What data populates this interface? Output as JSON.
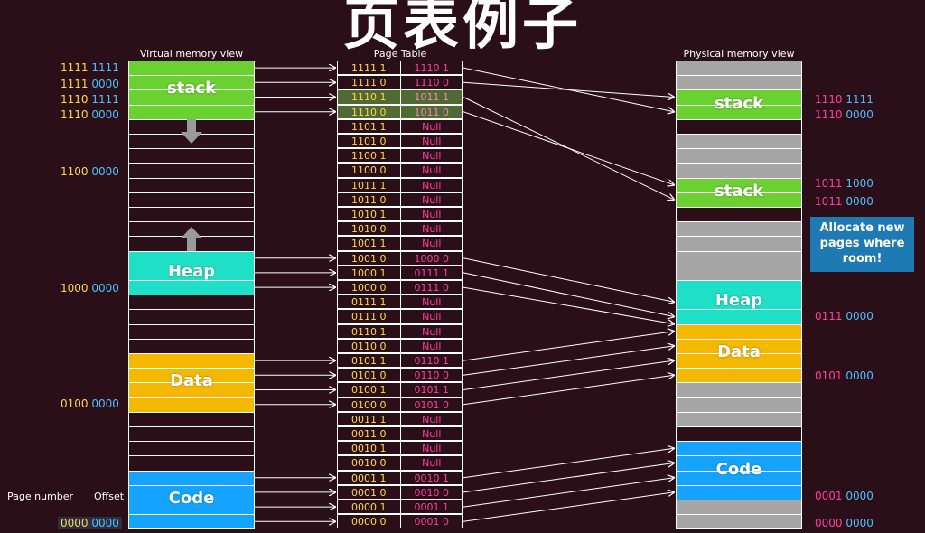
{
  "title": "页表例子",
  "virtual_header": "Virtual memory view",
  "page_table_header": "Page Table",
  "physical_header": "Physical memory view",
  "colors": {
    "stack": "#6bd130",
    "heap": "#1ee0c6",
    "data": "#f5b800",
    "code": "#14a4ff",
    "free": "#a6a6a6",
    "page_yellow": "#ffd84a",
    "page_blue": "#4fc0ff",
    "ppn_pink": "#ff3fa0"
  },
  "virtual": {
    "segments": [
      {
        "name": "stack",
        "label": "stack"
      },
      {
        "name": "heap",
        "label": "Heap"
      },
      {
        "name": "data",
        "label": "Data"
      },
      {
        "name": "code",
        "label": "Code"
      }
    ],
    "addresses": [
      {
        "page": "1111 ",
        "offset": "1111"
      },
      {
        "page": "1111 ",
        "offset": "0000"
      },
      {
        "page": "1110 ",
        "offset": "1111"
      },
      {
        "page": "1110 ",
        "offset": "0000"
      },
      {
        "page": "1100 ",
        "offset": "0000"
      },
      {
        "page": "1000 ",
        "offset": "0000"
      },
      {
        "page": "0100 ",
        "offset": "0000"
      },
      {
        "page": "0000 ",
        "offset": "0000"
      }
    ],
    "page_number_label": "Page number",
    "offset_label": "Offset"
  },
  "page_table": [
    {
      "vpn": "1111 1",
      "ppn": "1110 1"
    },
    {
      "vpn": "1111 0",
      "ppn": "1110 0"
    },
    {
      "vpn": "1110 1",
      "ppn": "1011 1"
    },
    {
      "vpn": "1110 0",
      "ppn": "1011 0"
    },
    {
      "vpn": "1101 1",
      "ppn": "Null"
    },
    {
      "vpn": "1101 0",
      "ppn": "Null"
    },
    {
      "vpn": "1100 1",
      "ppn": "Null"
    },
    {
      "vpn": "1100 0",
      "ppn": "Null"
    },
    {
      "vpn": "1011 1",
      "ppn": "Null"
    },
    {
      "vpn": "1011 0",
      "ppn": "Null"
    },
    {
      "vpn": "1010 1",
      "ppn": "Null"
    },
    {
      "vpn": "1010 0",
      "ppn": "Null"
    },
    {
      "vpn": "1001 1",
      "ppn": "Null"
    },
    {
      "vpn": "1001 0",
      "ppn": "1000 0"
    },
    {
      "vpn": "1000 1",
      "ppn": "0111 1"
    },
    {
      "vpn": "1000 0",
      "ppn": "0111 0"
    },
    {
      "vpn": "0111 1",
      "ppn": "Null"
    },
    {
      "vpn": "0111 0",
      "ppn": "Null"
    },
    {
      "vpn": "0110 1",
      "ppn": "Null"
    },
    {
      "vpn": "0110 0",
      "ppn": "Null"
    },
    {
      "vpn": "0101 1",
      "ppn": "0110 1"
    },
    {
      "vpn": "0101 0",
      "ppn": "0110 0"
    },
    {
      "vpn": "0100 1",
      "ppn": "0101 1"
    },
    {
      "vpn": "0100 0",
      "ppn": "0101 0"
    },
    {
      "vpn": "0011 1",
      "ppn": "Null"
    },
    {
      "vpn": "0011 0",
      "ppn": "Null"
    },
    {
      "vpn": "0010 1",
      "ppn": "Null"
    },
    {
      "vpn": "0010 0",
      "ppn": "Null"
    },
    {
      "vpn": "0001 1",
      "ppn": "0010 1"
    },
    {
      "vpn": "0001 0",
      "ppn": "0010 0"
    },
    {
      "vpn": "0000 1",
      "ppn": "0001 1"
    },
    {
      "vpn": "0000 0",
      "ppn": "0001 0"
    }
  ],
  "physical": {
    "segments": [
      {
        "name": "stack-1",
        "label": "stack"
      },
      {
        "name": "stack-2",
        "label": "stack"
      },
      {
        "name": "heap",
        "label": "Heap"
      },
      {
        "name": "data",
        "label": "Data"
      },
      {
        "name": "code",
        "label": "Code"
      }
    ],
    "addresses": [
      {
        "page": "1110 ",
        "offset": "1111"
      },
      {
        "page": "1110 ",
        "offset": "0000"
      },
      {
        "page": "1011 ",
        "offset": "1000"
      },
      {
        "page": "1011 ",
        "offset": "0000"
      },
      {
        "page": "0111 ",
        "offset": "0000"
      },
      {
        "page": "0101 ",
        "offset": "0000"
      },
      {
        "page": "0001 ",
        "offset": "0000"
      },
      {
        "page": "0000 ",
        "offset": "0000"
      }
    ],
    "callout": "Allocate new pages where room!"
  }
}
